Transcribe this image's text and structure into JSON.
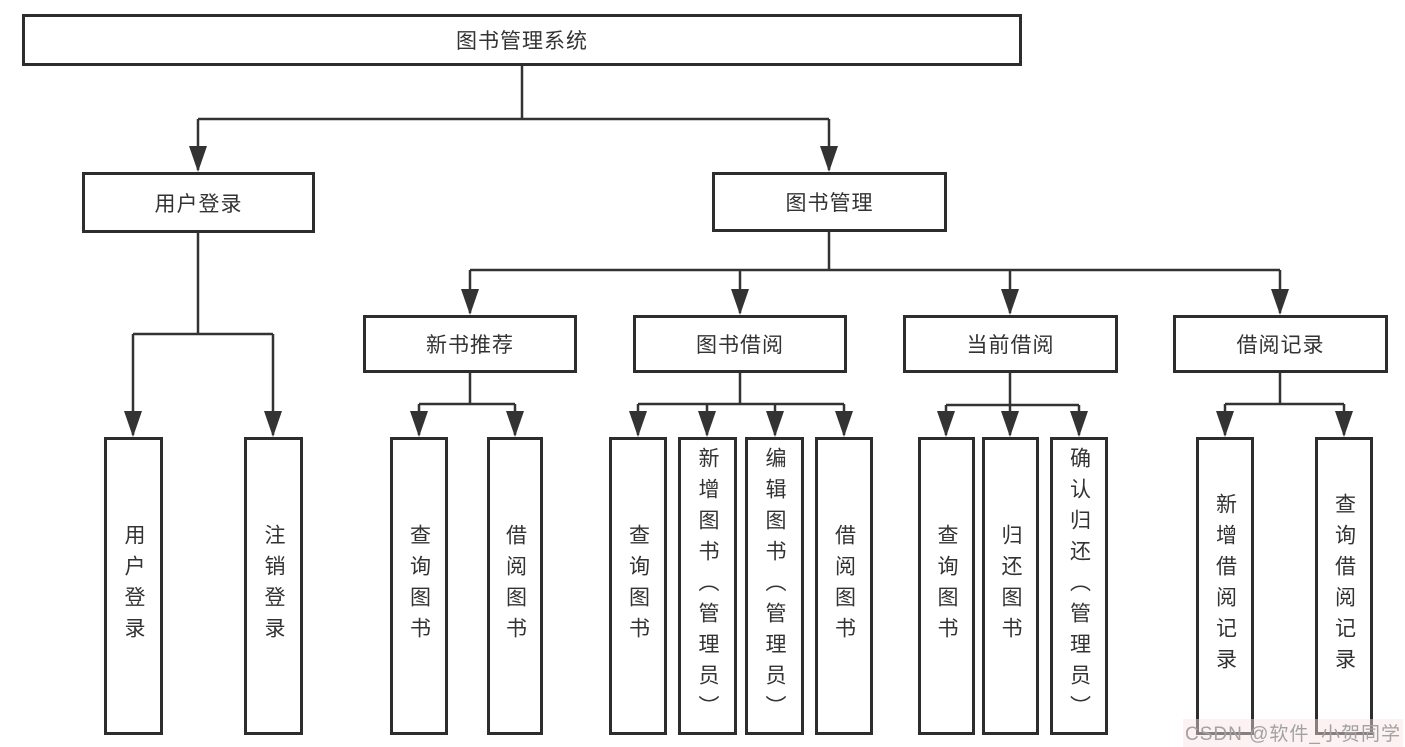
{
  "tree": {
    "root": "图书管理系统",
    "nodes": [
      {
        "label": "用户登录",
        "children": [
          {
            "label": "用户登录"
          },
          {
            "label": "注销登录"
          }
        ]
      },
      {
        "label": "图书管理",
        "children": [
          {
            "label": "新书推荐",
            "children": [
              {
                "label": "查询图书"
              },
              {
                "label": "借阅图书"
              }
            ]
          },
          {
            "label": "图书借阅",
            "children": [
              {
                "label": "查询图书"
              },
              {
                "label": "新增图书（管理员）"
              },
              {
                "label": "编辑图书（管理员）"
              },
              {
                "label": "借阅图书"
              }
            ]
          },
          {
            "label": "当前借阅",
            "children": [
              {
                "label": "查询图书"
              },
              {
                "label": "归还图书"
              },
              {
                "label": "确认归还（管理员）"
              }
            ]
          },
          {
            "label": "借阅记录",
            "children": [
              {
                "label": "新增借阅记录"
              },
              {
                "label": "查询借阅记录"
              }
            ]
          }
        ]
      }
    ]
  },
  "watermark": {
    "text": "CSDN @软件_小贺同学"
  },
  "colors": {
    "line": "#333333",
    "border": "#2d2d2d",
    "text": "#333333",
    "background": "#ffffff",
    "watermark_text": "#a2a2a2"
  }
}
